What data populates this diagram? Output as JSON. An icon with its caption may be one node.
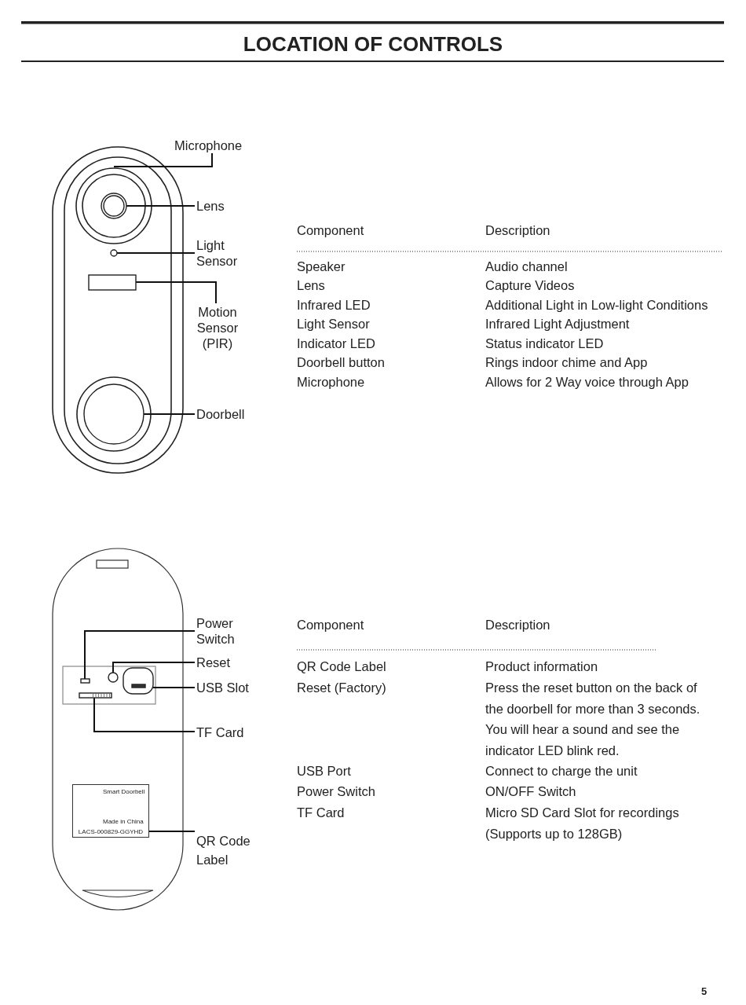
{
  "diagram": {
    "title": "LOCATION OF CONTROLS",
    "nodes": [
      {
        "text": [
          "Microphone"
        ]
      },
      {
        "text": [
          "Lens"
        ]
      },
      {
        "text": [
          "Light Sensor"
        ]
      },
      {
        "text": [
          "Motion Sensor (PIR)"
        ]
      },
      {
        "text": [
          "Doorbell"
        ]
      },
      {
        "text": [],
        "shape": "circle"
      },
      {
        "text": [],
        "shape": "circle"
      },
      {
        "text": [],
        "shape": "box"
      },
      {
        "text": [],
        "shape": "circle"
      },
      {
        "text": [
          "Power Switch"
        ]
      },
      {
        "text": [
          "Reset"
        ]
      },
      {
        "text": [
          "USB Slot"
        ]
      },
      {
        "text": [
          "TF Card"
        ]
      },
      {
        "text": [
          "QR Code Label"
        ]
      },
      {
        "text": [],
        "shape": "box"
      },
      {
        "text": [],
        "shape": "circle"
      },
      {
        "text": [],
        "shape": "box"
      },
      {
        "text": [],
        "shape": "bar"
      },
      {
        "text": [
          "Smart Doorbell",
          "Made in China",
          "LACS-000829-GGYHD"
        ]
      }
    ],
    "edges": [
      {
        "from": 0,
        "to": null,
        "arrow": "none"
      },
      {
        "from": 1,
        "to": 5,
        "arrow": "none"
      },
      {
        "from": 2,
        "to": 6,
        "arrow": "none"
      },
      {
        "from": 3,
        "to": 7,
        "arrow": "none"
      },
      {
        "from": 4,
        "to": 8,
        "arrow": "none"
      },
      {
        "from": 9,
        "to": 14,
        "arrow": "none"
      },
      {
        "from": 10,
        "to": 15,
        "arrow": "none"
      },
      {
        "from": 11,
        "to": 16,
        "arrow": "none"
      },
      {
        "from": 12,
        "to": 17,
        "arrow": "none"
      },
      {
        "from": 13,
        "to": 18,
        "arrow": "none"
      }
    ],
    "labels": [
      "Component",
      "Description",
      "Speaker",
      "Audio channel",
      "Lens",
      "Capture Videos",
      "Infrared LED",
      "Additional Light in Low-light Conditions",
      "Light Sensor",
      "Infrared Light Adjustment",
      "Indicator LED",
      "Status indicator LED",
      "Doorbell button",
      "Rings indoor chime and App",
      "Microphone",
      "Allows for 2 Way voice through App",
      "Component",
      "Description",
      "QR Code Label",
      "Product information",
      "Reset (Factory)",
      "Press the reset button on the back of the doorbell for more than 3 seconds. You will hear a sound and see the indicator LED blink red.",
      "USB Port",
      "Connect to charge the unit",
      "Power Switch",
      "ON/OFF Switch",
      "TF Card",
      "Micro SD Card Slot for recordings (Supports up to 128GB)",
      "5"
    ]
  }
}
